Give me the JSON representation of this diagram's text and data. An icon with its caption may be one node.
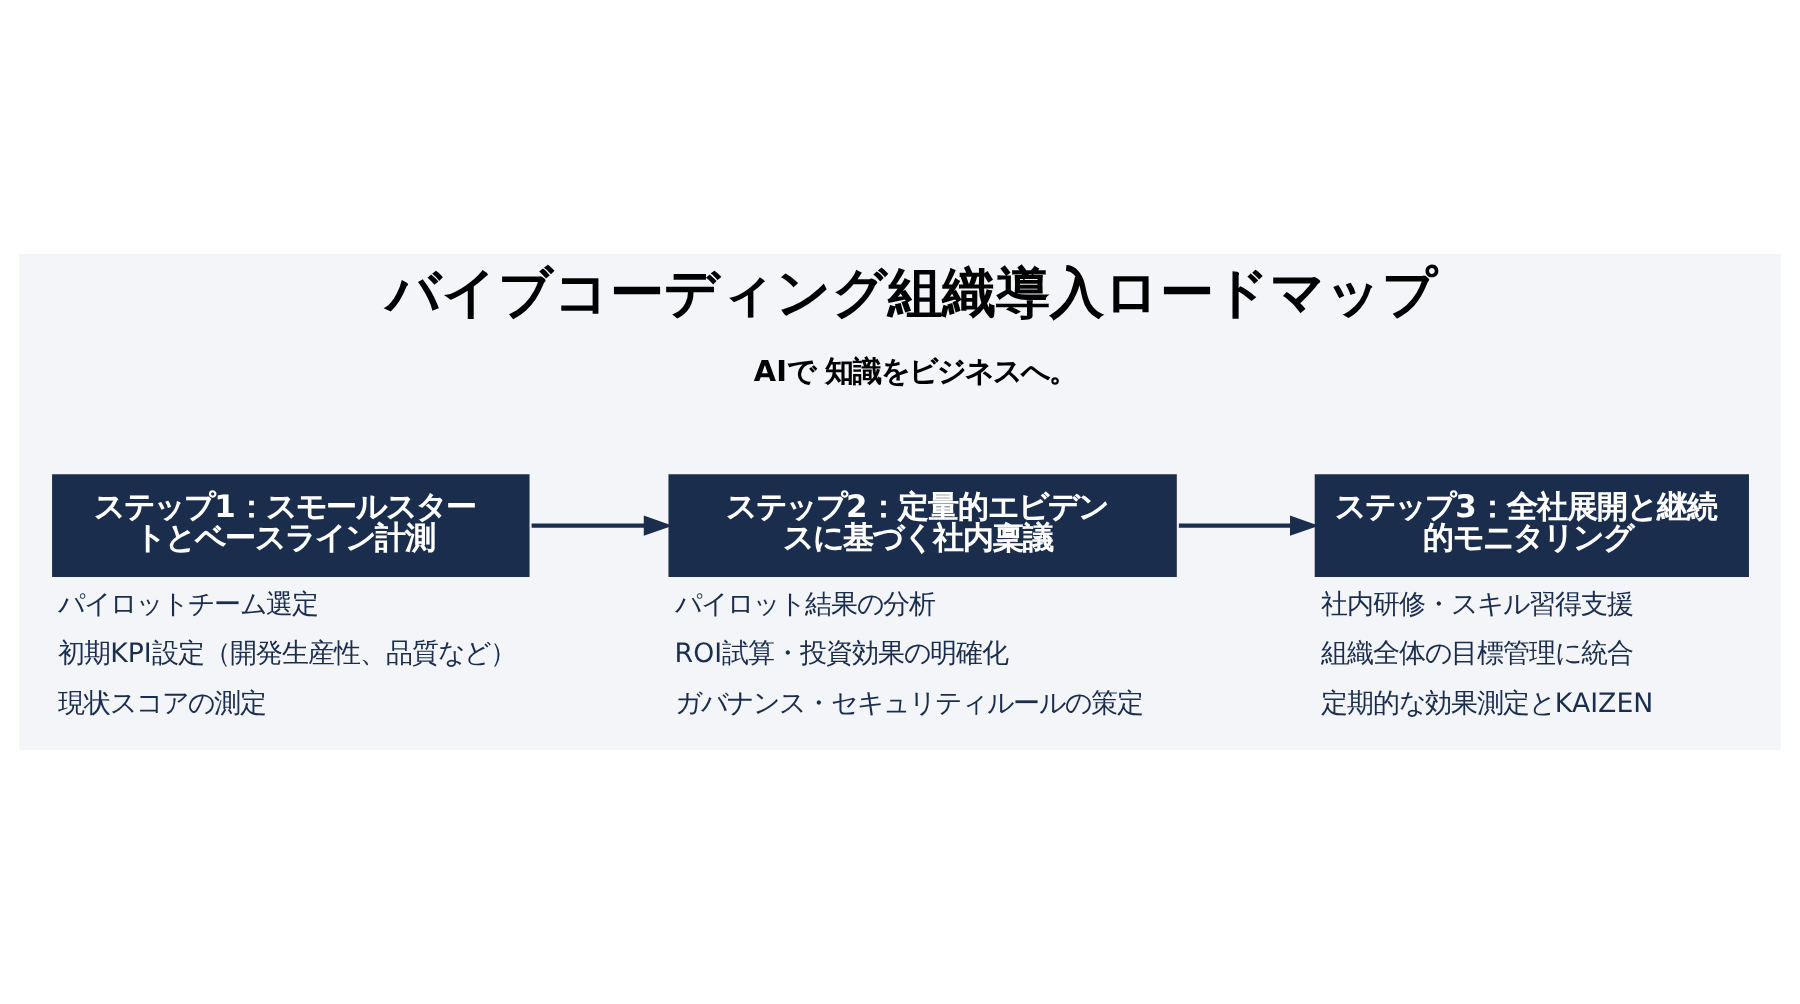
{
  "diagram": {
    "title": "バイブコーディング組織導入ロードマップ",
    "nodes": [
      {
        "text": [
          "ステップ1：スモールスタートとベースライン計測"
        ],
        "beside": [
          "パイロットチーム選定",
          "初期KPI設定（開発生産性、品質など）",
          "現状スコアの測定"
        ]
      },
      {
        "text": [
          "ステップ2：定量的エビデンスに基づく社内稟議"
        ],
        "beside": [
          "パイロット結果の分析",
          "ROI試算・投資効果の明確化",
          "ガバナンス・セキュリティルールの策定"
        ]
      },
      {
        "text": [
          "ステップ3：全社展開と継続的モニタリング"
        ],
        "beside": [
          "社内研修・スキル習得支援",
          "組織全体の目標管理に統合",
          "定期的な効果測定とKAIZEN"
        ]
      }
    ],
    "edges": [
      {
        "from": 0,
        "to": 1,
        "arrow": "to"
      },
      {
        "from": 1,
        "to": 2,
        "arrow": "to"
      }
    ],
    "labels": [
      "AIで 知識をビジネスへ。"
    ]
  }
}
